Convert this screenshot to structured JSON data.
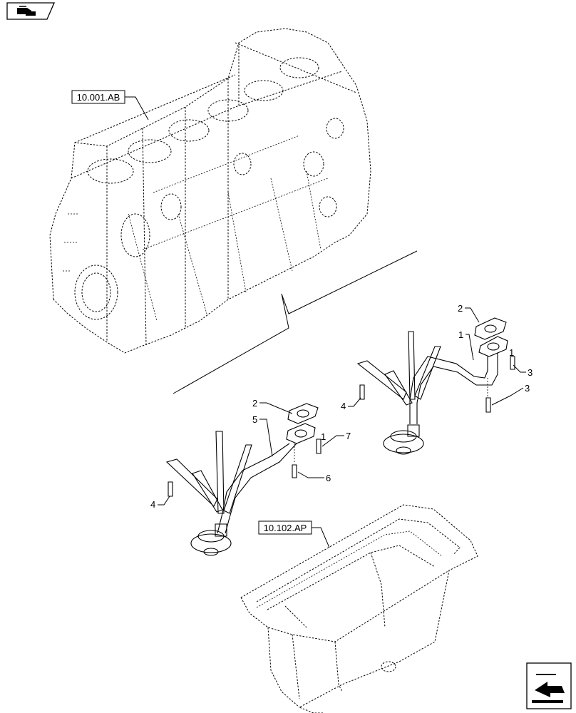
{
  "references": {
    "engine_block": "10.001.AB",
    "oil_pan": "10.102.AP"
  },
  "callouts": {
    "upper": [
      "2",
      "1",
      "3",
      "3",
      "4"
    ],
    "lower": [
      "2",
      "5",
      "7",
      "6",
      "4"
    ],
    "marker_upper": "1",
    "marker_lower": "1"
  },
  "nav": {
    "top_icon": "book-hand-icon",
    "bottom_icon": "arrow-return-icon"
  }
}
